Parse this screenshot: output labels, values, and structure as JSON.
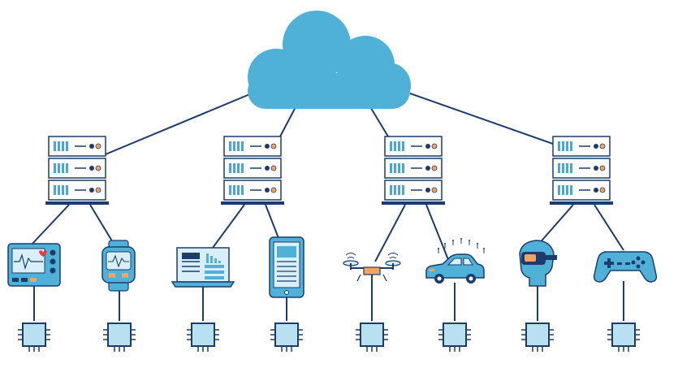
{
  "colors": {
    "cloud": "#4fb0d8",
    "line": "#1c3d6b",
    "server_fill": "#ffffff",
    "server_stroke": "#1c3d6b",
    "server_slots": "#4aa6d2",
    "led_blue": "#1c3d6b",
    "led_orange": "#f4a261",
    "chip_fill": "#b9e0f0",
    "chip_stroke": "#1c3d6b",
    "device_blue": "#4fb0d8",
    "device_dark": "#1c3d6b",
    "accent_orange": "#f4a261",
    "accent_red": "#e63946"
  },
  "network": {
    "cloud": {
      "name": "cloud-icon"
    },
    "server_racks": [
      {
        "name": "server-rack-1"
      },
      {
        "name": "server-rack-2"
      },
      {
        "name": "server-rack-3"
      },
      {
        "name": "server-rack-4"
      }
    ],
    "devices": [
      {
        "name": "health-monitor-icon",
        "rack": 0
      },
      {
        "name": "smartwatch-icon",
        "rack": 0
      },
      {
        "name": "laptop-icon",
        "rack": 1
      },
      {
        "name": "tablet-icon",
        "rack": 1
      },
      {
        "name": "drone-icon",
        "rack": 2
      },
      {
        "name": "connected-car-icon",
        "rack": 2
      },
      {
        "name": "vr-headset-icon",
        "rack": 3
      },
      {
        "name": "game-controller-icon",
        "rack": 3
      }
    ],
    "chips": [
      {
        "name": "microchip-icon"
      },
      {
        "name": "microchip-icon"
      },
      {
        "name": "microchip-icon"
      },
      {
        "name": "microchip-icon"
      },
      {
        "name": "microchip-icon"
      },
      {
        "name": "microchip-icon"
      },
      {
        "name": "microchip-icon"
      },
      {
        "name": "microchip-icon"
      }
    ]
  }
}
